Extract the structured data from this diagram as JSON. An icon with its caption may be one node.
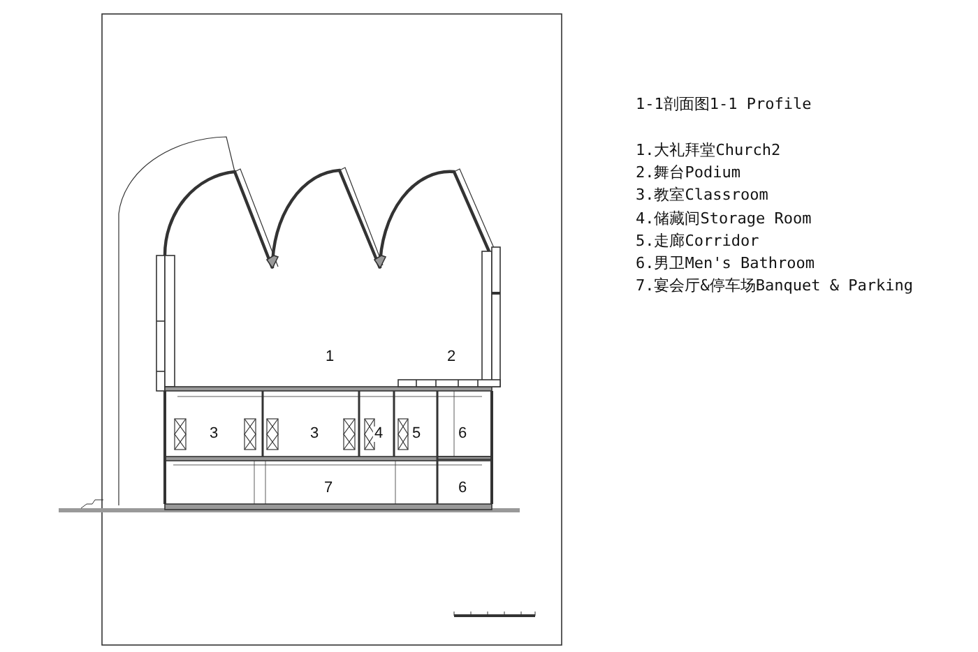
{
  "diagram": {
    "title": "1-1剖面图1-1 Profile",
    "labels": [
      "1",
      "2",
      "3",
      "3",
      "4",
      "5",
      "6",
      "7",
      "6",
      "1.大礼拜堂Church2",
      "2.舞台Podium",
      "3.教室Classroom",
      "4.储藏间Storage Room",
      "5.走廊Corridor",
      "6.男卫Men's Bathroom",
      "7.宴会厅&停车场Banquet & Parking"
    ]
  }
}
